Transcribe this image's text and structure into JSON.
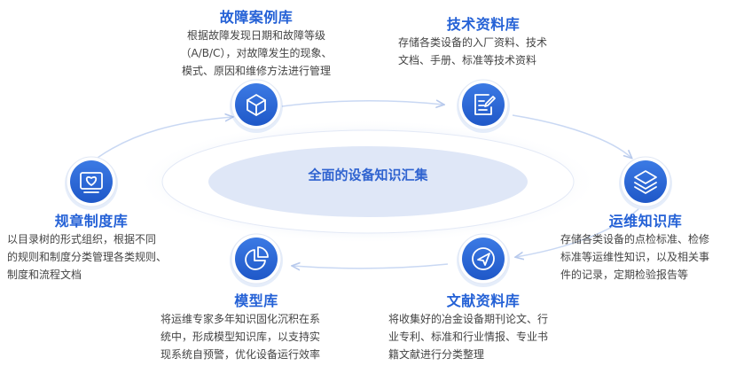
{
  "center": {
    "label": "全面的设备知识汇集"
  },
  "nodes": [
    {
      "key": "fault",
      "title": "故障案例库",
      "icon": "cube-icon",
      "lines": [
        "根据故障发现日期和故障等级",
        "（A/B/C），对故障发生的现象、",
        "模式、原因和维修方法进行管理"
      ]
    },
    {
      "key": "tech",
      "title": "技术资料库",
      "icon": "document-edit-icon",
      "lines": [
        "存储各类设备的入厂资料、技术",
        "文档、手册、标准等技术资料"
      ]
    },
    {
      "key": "ops",
      "title": "运维知识库",
      "icon": "layers-icon",
      "lines": [
        "存储各类设备的点检标准、检修",
        "标准等运维性知识，以及相关事",
        "件的记录，定期检验报告等"
      ]
    },
    {
      "key": "literature",
      "title": "文献资料库",
      "icon": "paper-plane-icon",
      "lines": [
        "将收集好的冶金设备期刊论文、行",
        "业专利、标准和行业情报、专业书",
        "籍文献进行分类整理"
      ]
    },
    {
      "key": "model",
      "title": "模型库",
      "icon": "pie-chart-icon",
      "lines": [
        "将运维专家多年知识固化沉积在系",
        "统中，形成模型知识库，以支持实",
        "现系统自预警，优化设备运行效率"
      ]
    },
    {
      "key": "rules",
      "title": "规章制度库",
      "icon": "image-frame-icon",
      "lines": [
        "以目录树的形式组织，根据不同",
        "的规则和制度分类管理各类规则、",
        "制度和流程文档"
      ]
    }
  ],
  "colors": {
    "accent": "#2461d6",
    "circle": "#2c6ad8",
    "ring": "#c9d8f3"
  }
}
